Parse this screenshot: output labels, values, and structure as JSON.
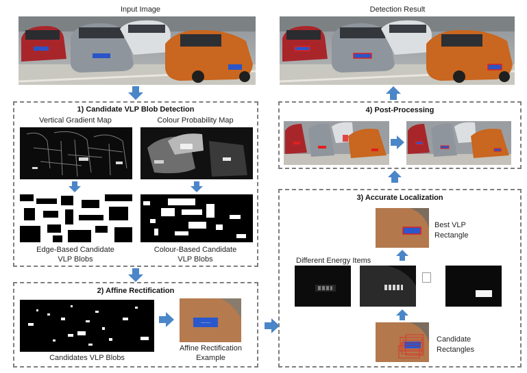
{
  "headers": {
    "input_image": "Input Image",
    "detection_result": "Detection Result"
  },
  "stage1": {
    "title": "1) Candidate VLP Blob Detection",
    "vertical_gradient_map": "Vertical Gradient Map",
    "colour_probability_map": "Colour Probability Map",
    "edge_blobs_line1": "Edge-Based Candidate",
    "edge_blobs_line2": "VLP Blobs",
    "colour_blobs_line1": "Colour-Based Candidate",
    "colour_blobs_line2": "VLP Blobs"
  },
  "stage2": {
    "title": "2) Affine Rectification",
    "candidates_blobs": "Candidates VLP Blobs",
    "example_line1": "Affine Rectification",
    "example_line2": "Example"
  },
  "stage3": {
    "title": "3) Accurate Localization",
    "best_line1": "Best  VLP",
    "best_line2": "Rectangle",
    "energy_items": "Different Energy Items",
    "candidate_line1": "Candidate",
    "candidate_line2": "Rectangles"
  },
  "stage4": {
    "title": "4) Post-Processing"
  },
  "colors": {
    "arrow_blue": "#4a86c8",
    "dash_border": "#7d7d7d",
    "car_orange": "#c8641e",
    "car_red": "#b42828",
    "car_silver": "#a8adb4"
  }
}
